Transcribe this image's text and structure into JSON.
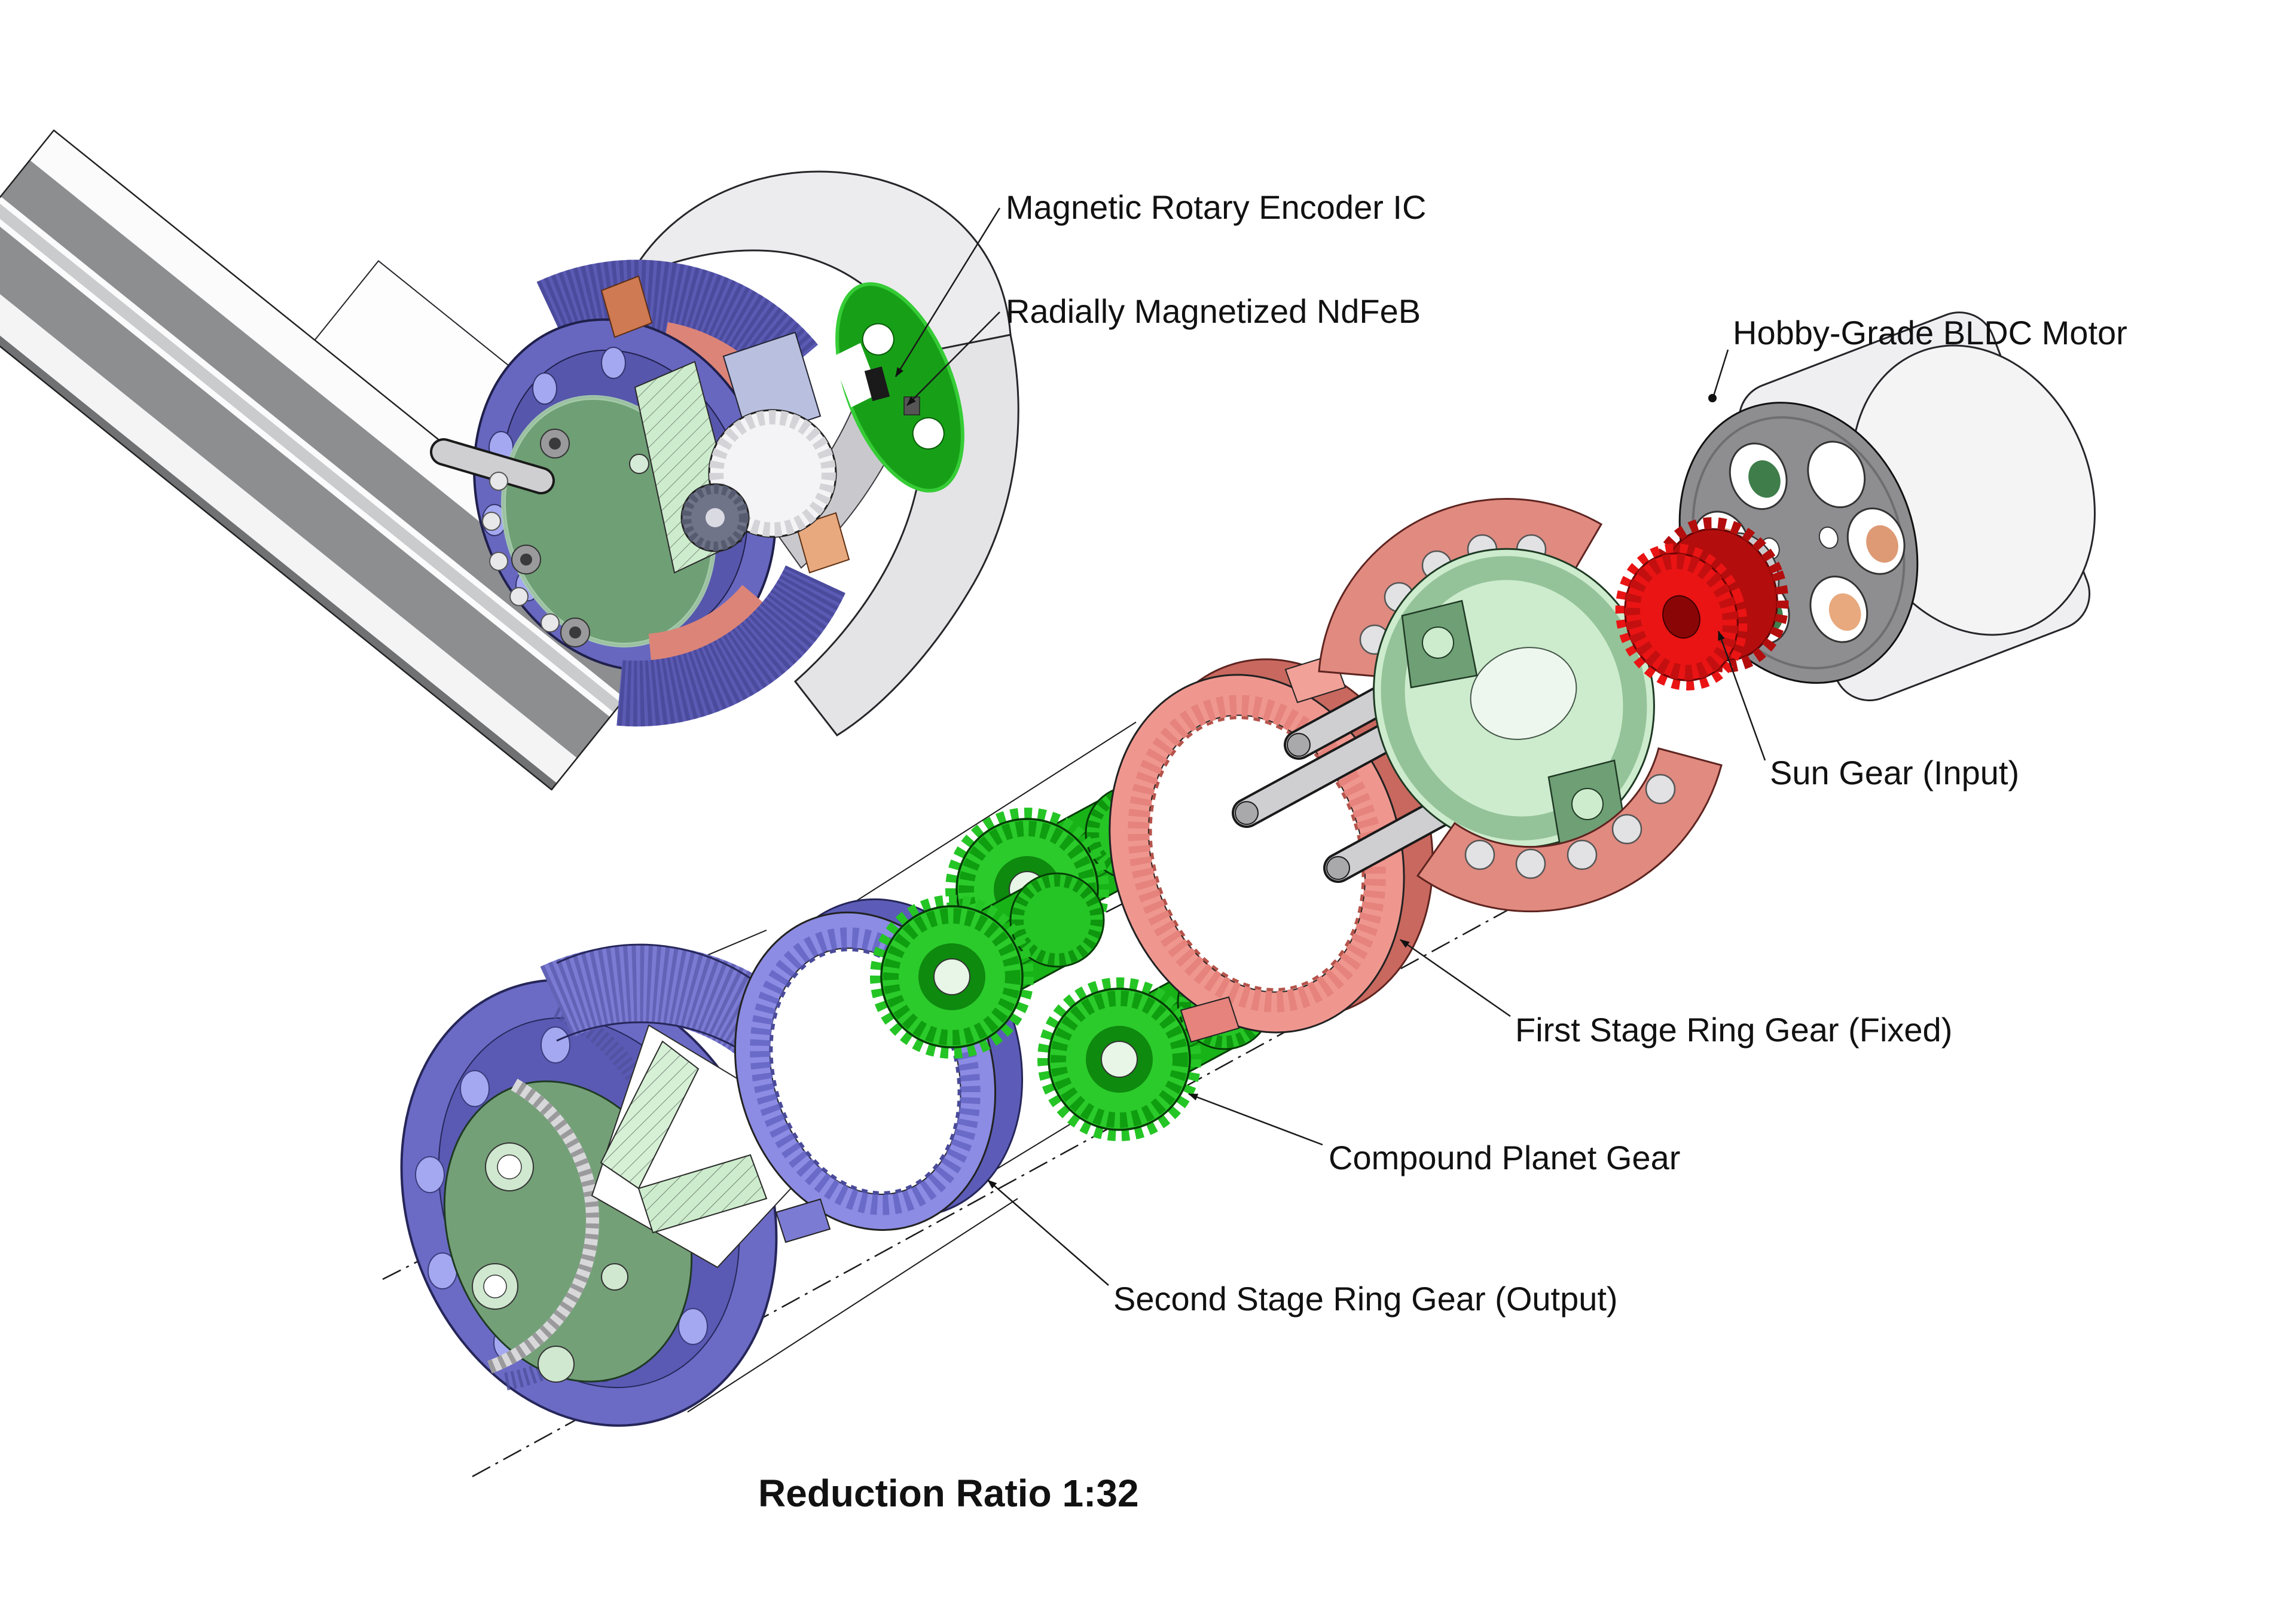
{
  "diagram": {
    "caption": "Reduction Ratio 1:32",
    "callouts": {
      "encoder": "Magnetic Rotary Encoder IC",
      "magnet": "Radially Magnetized NdFeB",
      "motor": "Hobby-Grade BLDC Motor",
      "sun_gear": "Sun Gear (Input)",
      "ring_gear_1": "First Stage Ring Gear (Fixed)",
      "planet_gear": "Compound Planet Gear",
      "ring_gear_2": "Second Stage Ring Gear (Output)"
    },
    "parts": [
      {
        "name": "Hobby-Grade BLDC Motor",
        "color": "#ececee"
      },
      {
        "name": "Sun Gear (Input)",
        "color": "#ea1414"
      },
      {
        "name": "Compound Planet Gear",
        "color": "#2bcb2b"
      },
      {
        "name": "First Stage Ring Gear (Fixed)",
        "color": "#ef978f"
      },
      {
        "name": "Second Stage Ring Gear (Output)",
        "color": "#8c8ce4"
      },
      {
        "name": "Planet Carrier",
        "color": "#cdeccd"
      },
      {
        "name": "Carrier Bearing Races",
        "color": "#e08a80"
      },
      {
        "name": "Output Housing",
        "color": "#6b6bc6"
      },
      {
        "name": "Output Disc",
        "color": "#74a078"
      },
      {
        "name": "Encoder PCB",
        "color": "#17a017"
      },
      {
        "name": "Magnetic Rotary Encoder IC",
        "color": "#1a1a1a"
      },
      {
        "name": "Radially Magnetized NdFeB",
        "color": "#555555"
      },
      {
        "name": "Aluminum Extrusion Arm",
        "color": "#8c8e90"
      }
    ],
    "colors": {
      "background": "#ffffff",
      "line": "#1a1a1a",
      "blue_light": "#9b9bef",
      "blue": "#7b7bd4",
      "blue_dark": "#4a4aa0",
      "salmon": "#ec938c",
      "salmon_dark": "#c9685f",
      "red": "#ea1414",
      "green_gear": "#2bcb2b",
      "green_pcb": "#17a017",
      "mint": "#cdeccd",
      "sage": "#74a078",
      "copper": "#cf7a52",
      "gray_light": "#ececee",
      "gray_dark": "#8b8b8d"
    }
  }
}
